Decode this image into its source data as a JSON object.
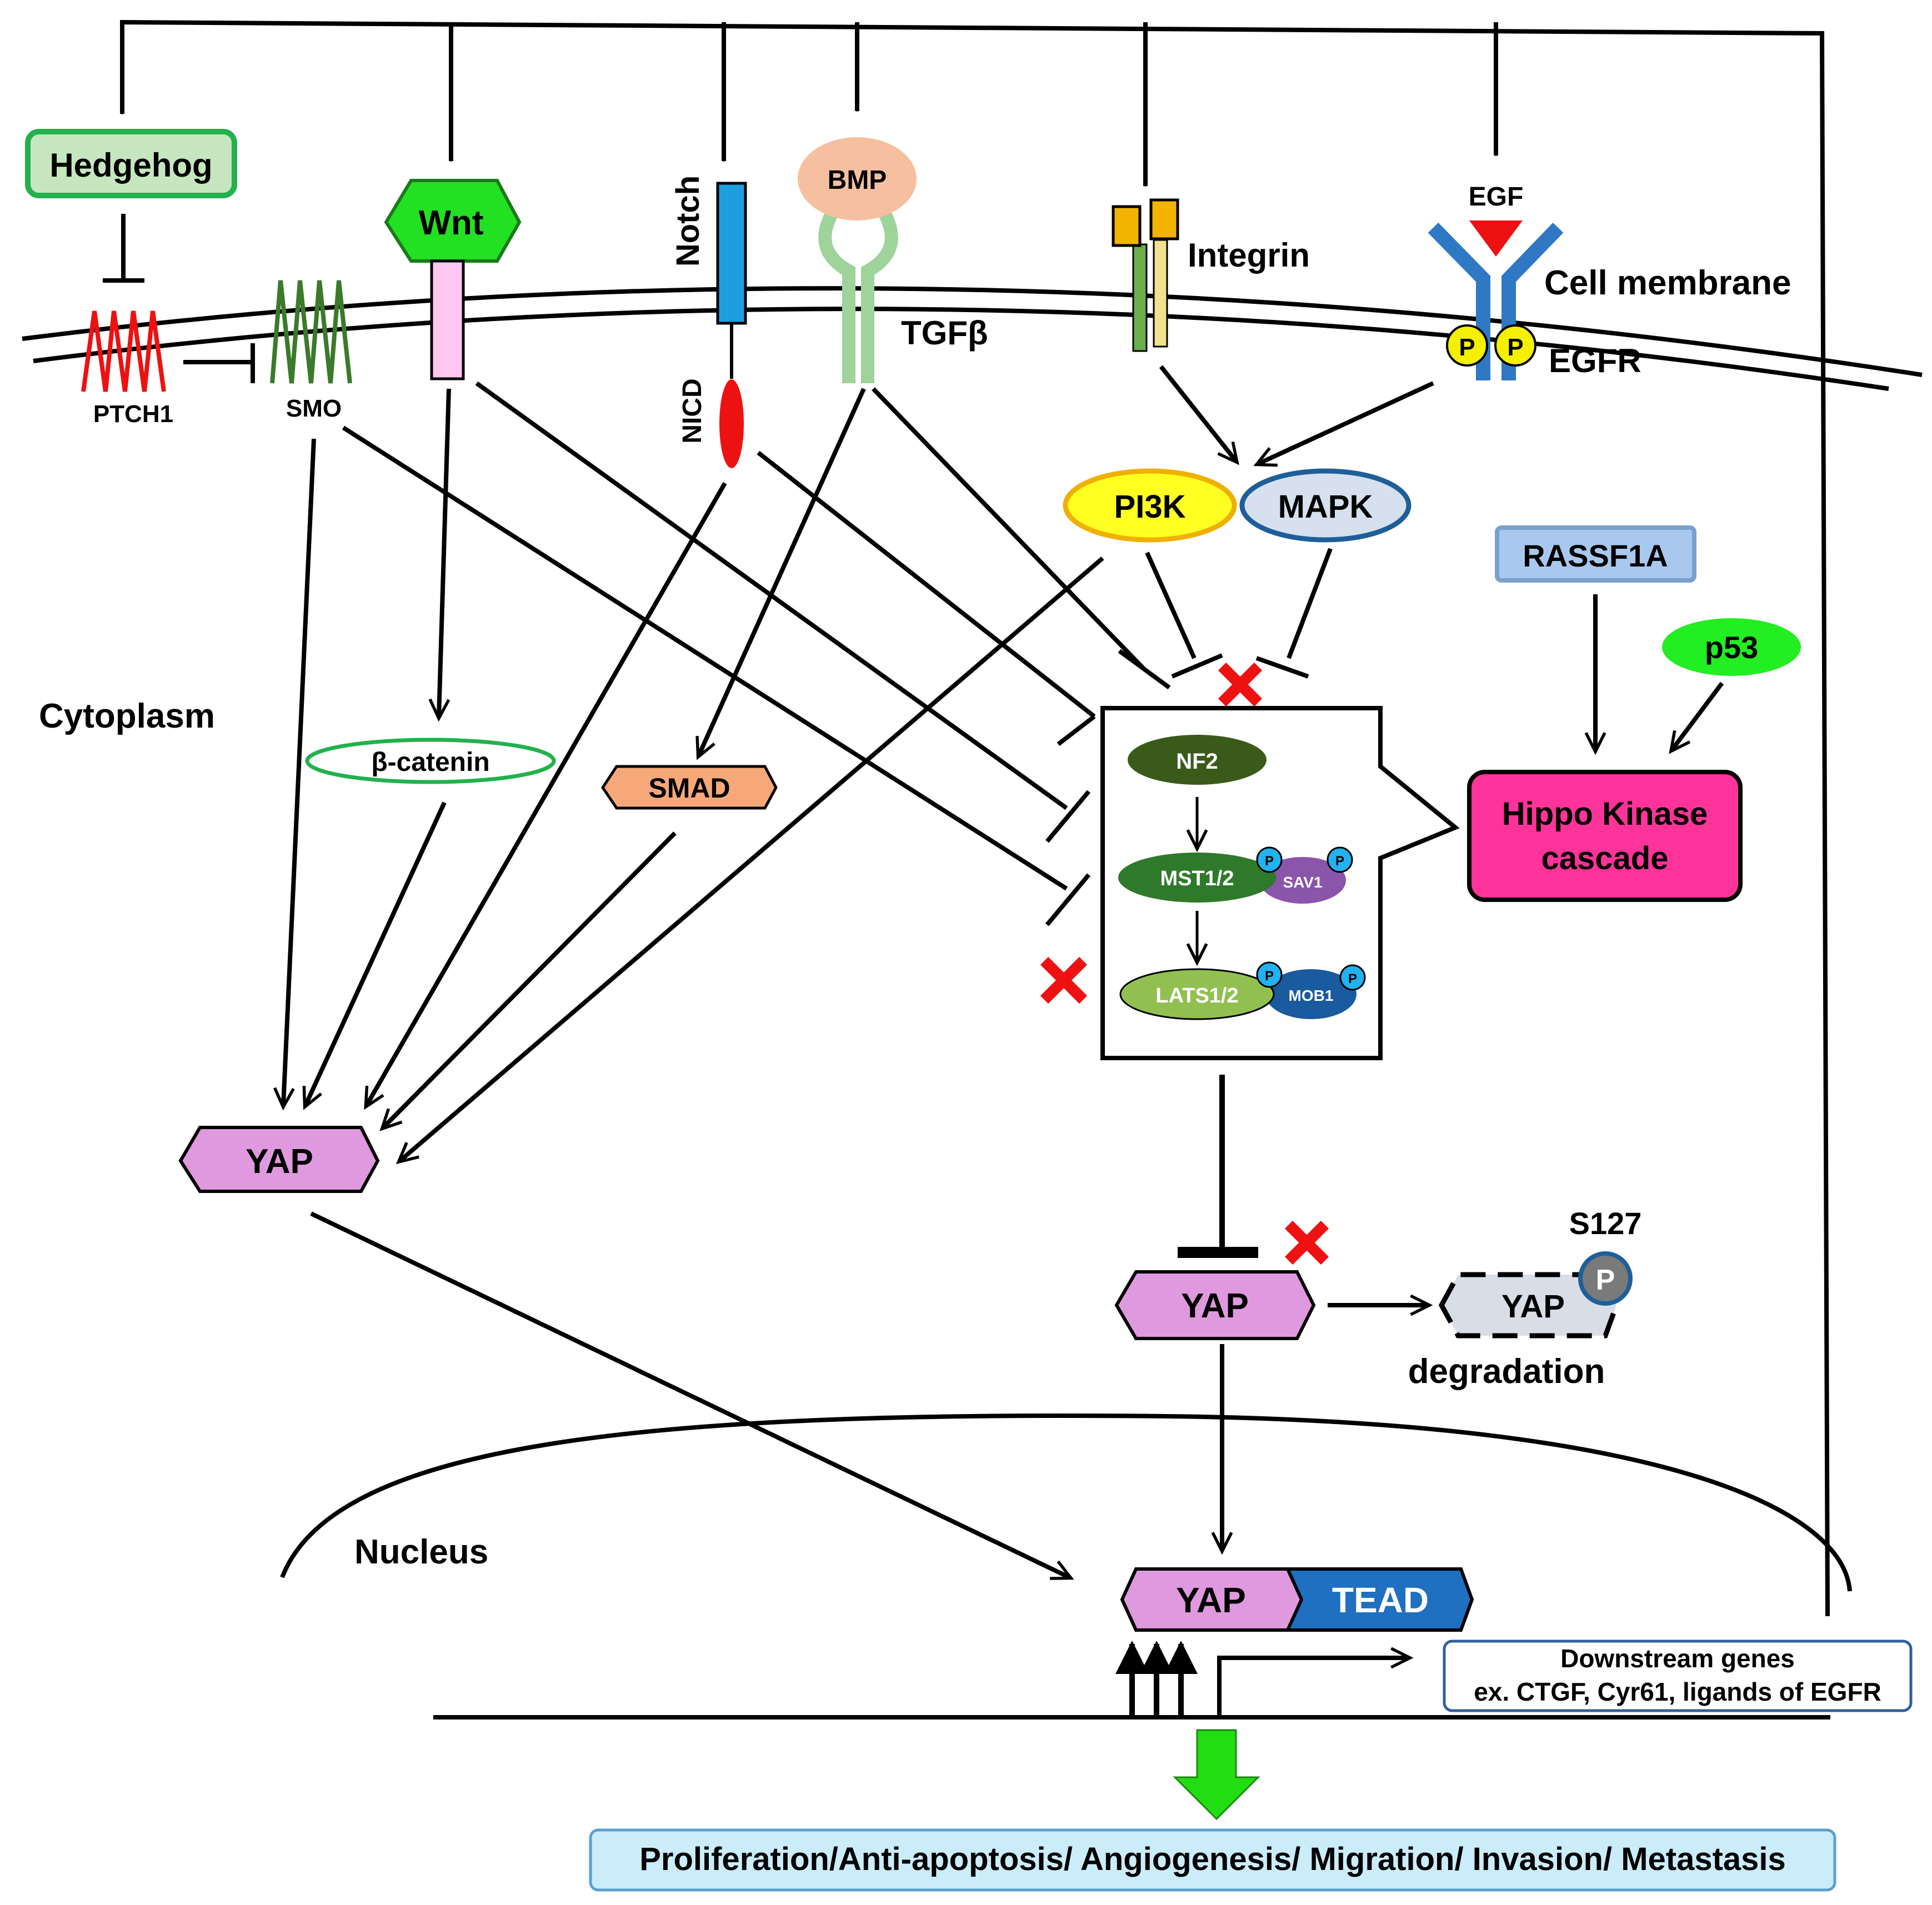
{
  "labels": {
    "hedgehog": "Hedgehog",
    "wnt": "Wnt",
    "notch": "Notch",
    "nicd": "NICD",
    "bmp": "BMP",
    "tgfb": "TGFβ",
    "integrin": "Integrin",
    "egf": "EGF",
    "egfr": "EGFR",
    "cell_membrane": "Cell membrane",
    "ptch1": "PTCH1",
    "smo": "SMO",
    "p": "P",
    "pi3k": "PI3K",
    "mapk": "MAPK",
    "rassf1a": "RASSF1A",
    "p53": "p53",
    "cytoplasm": "Cytoplasm",
    "beta_catenin": "β-catenin",
    "smad": "SMAD",
    "nf2": "NF2",
    "mst": "MST1/2",
    "sav1": "SAV1",
    "lats": "LATS1/2",
    "mob1": "MOB1",
    "hippo_line1": "Hippo Kinase",
    "hippo_line2": "cascade",
    "yap": "YAP",
    "s127": "S127",
    "degradation": "degradation",
    "nucleus": "Nucleus",
    "tead": "TEAD",
    "downstream_line1": "Downstream genes",
    "downstream_line2": "ex. CTGF, Cyr61, ligands of EGFR",
    "outcome": "Proliferation/Anti-apoptosis/ Angiogenesis/ Migration/ Invasion/ Metastasis"
  },
  "colors": {
    "hedgehog_fill": "#c6e6c0",
    "hedgehog_stroke": "#22b14c",
    "wnt": "#22e022",
    "wnt_receptor": "#ffc8f0",
    "notch": "#1e9ee0",
    "nicd": "#ee1111",
    "bmp": "#f6c0a0",
    "tgfb_receptor": "#9ed39a",
    "integrin_a": "#6ab04c",
    "integrin_b": "#f0e090",
    "integrin_cap": "#f2b400",
    "egfr": "#2f78c4",
    "egf": "#ee1111",
    "phospho_yellow": "#f5f000",
    "pi3k_fill": "#ffff22",
    "pi3k_stroke": "#f0b000",
    "mapk_fill": "#d6e0ee",
    "mapk_stroke": "#1f5f99",
    "rassf1a_fill": "#a8c8ee",
    "rassf1a_stroke": "#7aa0cc",
    "p53": "#22ee22",
    "smad": "#f7a87a",
    "hippo": "#ff3399",
    "nf2": "#3a5a1a",
    "mst": "#2e7a2a",
    "sav1": "#8a55aa",
    "lats": "#92c050",
    "mob1": "#1a5a9e",
    "phospho_blue": "#21b2f0",
    "yap": "#df99de",
    "tead": "#1f70c0",
    "degraded_yap": "#d8dde6",
    "phospho_gray": "#7a7a7a",
    "outcome_fill": "#cbecfa",
    "outcome_stroke": "#5aa0d0",
    "green_arrow": "#22dd11",
    "red_x": "#ee1111",
    "ptch1": "#ee1111",
    "smo": "#3a7a2a"
  }
}
